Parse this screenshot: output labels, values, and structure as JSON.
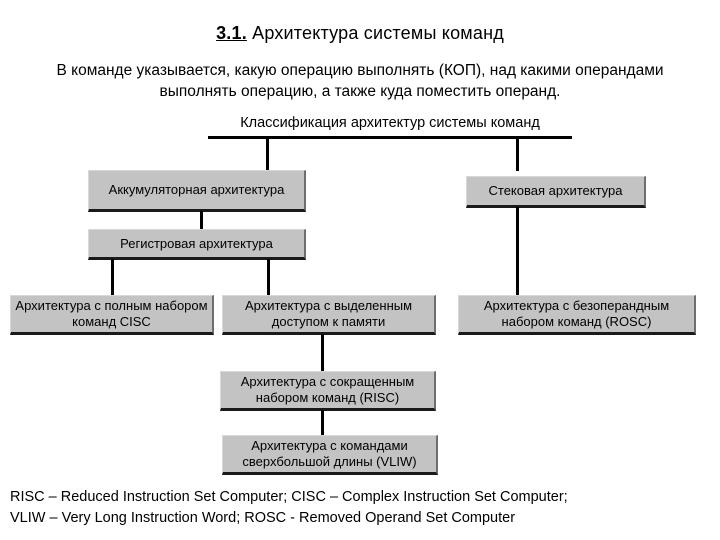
{
  "slide": {
    "title_number": "3.1.",
    "title_text": " Архитектура системы команд",
    "subtitle": "В команде указывается, какую операцию выполнять (КОП), над какими операндами выполнять операцию, а также куда поместить операнд."
  },
  "diagram": {
    "root": "Классификация архитектур системы команд",
    "nodes": {
      "accumulator": "Аккумуляторная архитектура",
      "stack": "Стековая архитектура",
      "register": "Регистровая архитектура",
      "cisc": "Архитектура с полным набором команд CISC",
      "memory_access": "Архитектура с выделенным доступом к памяти",
      "rosc": "Архитектура с безоперандным набором команд (ROSC)",
      "risc": "Архитектура с сокращенным набором команд (RISC)",
      "vliw": "Архитектура с командами сверхбольшой длины (VLIW)"
    },
    "box_fill_color": "#c3c3c3",
    "line_color": "#000000"
  },
  "legend": {
    "line1": "RISC – Reduced Instruction Set Computer; CISC – Complex Instruction Set Computer;",
    "line2": "VLIW – Very Long Instruction Word; ROSC - Removed Operand Set Computer"
  }
}
